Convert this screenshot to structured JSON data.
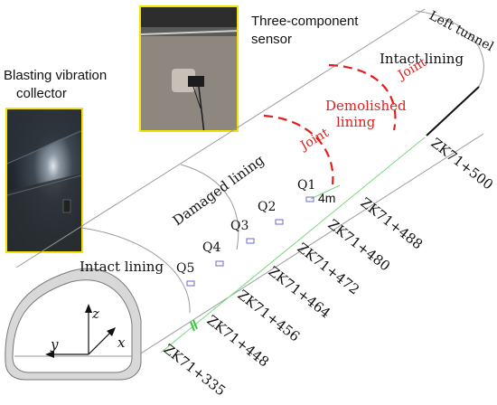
{
  "labels": {
    "blasting_collector_line1": "Blasting vibration",
    "blasting_collector_line2": "collector",
    "sensor_line1": "Three-component",
    "sensor_line2": "sensor",
    "left_tunnel": "Left tunnel",
    "intact_lining_top": "Intact lining",
    "intact_lining_bottom": "Intact lining",
    "joint_upper": "Joint",
    "joint_lower": "Joint",
    "demolished_line1": "Demolished",
    "demolished_line2": "lining",
    "damaged_lining": "Damaged lining",
    "spacing": "4m"
  },
  "points": [
    "Q1",
    "Q2",
    "Q3",
    "Q4",
    "Q5"
  ],
  "stations": [
    "ZK71+500",
    "ZK71+488",
    "ZK71+480",
    "ZK71+472",
    "ZK71+464",
    "ZK71+456",
    "ZK71+448",
    "ZK71+335"
  ],
  "axes": {
    "z": "z",
    "x": "x",
    "y": "y"
  },
  "colors": {
    "joint": "#e0201e",
    "photo_border": "#f2e600",
    "tunnel_outline": "#9a9a9a",
    "guide_line": "#7bd87b",
    "sensor_marker": "#6a6ad0"
  }
}
